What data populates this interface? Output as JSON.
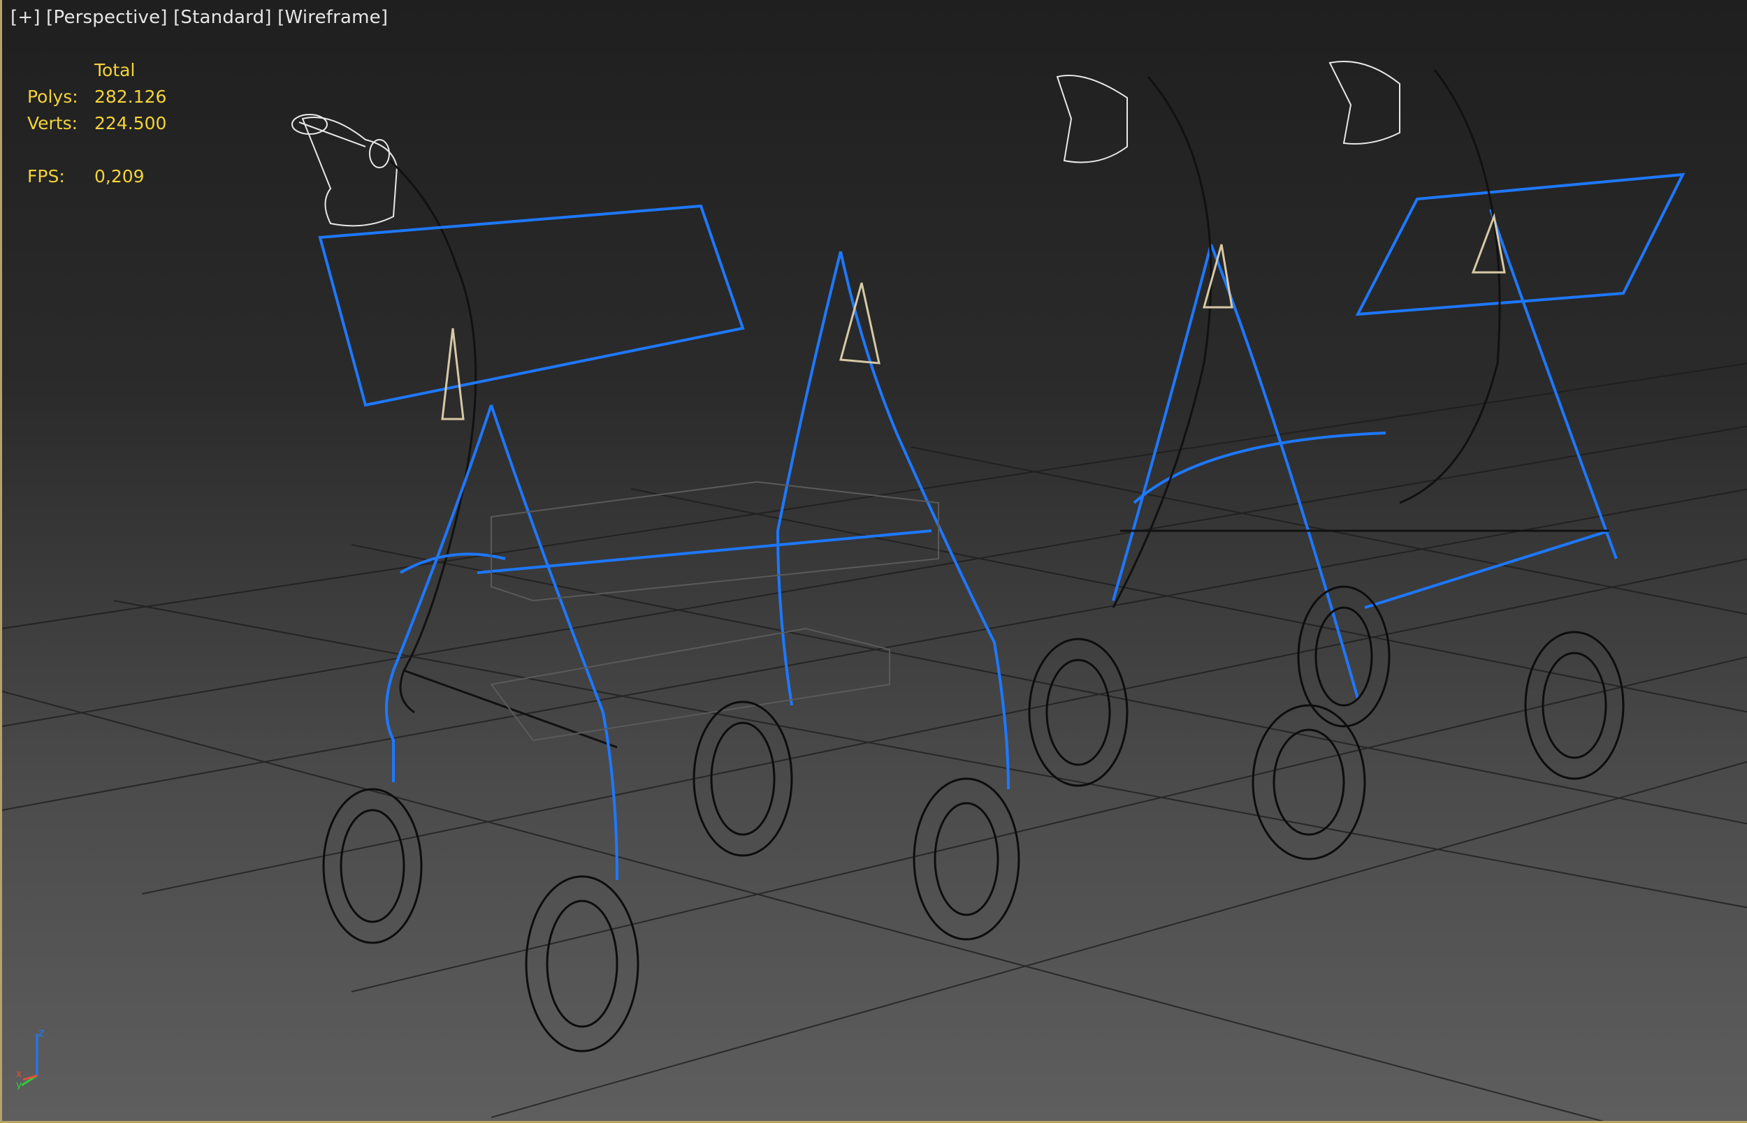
{
  "viewport": {
    "label_parts": [
      "[+]",
      "[Perspective]",
      "[Standard]",
      "[Wireframe]"
    ]
  },
  "stats": {
    "header": "Total",
    "polys_label": "Polys:",
    "polys_value": "282.126",
    "verts_label": "Verts:",
    "verts_value": "224.500",
    "fps_label": "FPS:",
    "fps_value": "0,209"
  },
  "axis": {
    "z_label": "z",
    "x_label": "x",
    "y_label": "y"
  },
  "colors": {
    "selected_wire": "#1e78ff",
    "dark_wire": "#111111",
    "white_wire": "#e8e8e8",
    "beige_wire": "#d7c9a6",
    "grid_line": "#1a1a1a",
    "stats_text": "#f2d33a",
    "viewport_border": "#b9a26a"
  }
}
